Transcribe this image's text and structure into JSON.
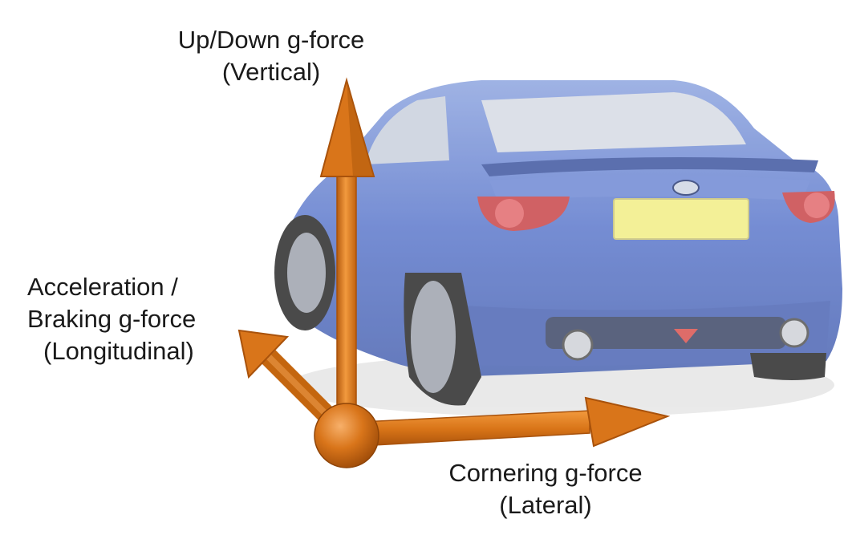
{
  "labels": {
    "vertical": {
      "line1": "Up/Down g-force",
      "line2": "(Vertical)"
    },
    "longitudinal": {
      "line1": "Acceleration /",
      "line2": "Braking g-force",
      "line3": "(Longitudinal)"
    },
    "lateral": {
      "line1": "Cornering g-force",
      "line2": "(Lateral)"
    }
  },
  "car": {
    "body_color": "#5a76c8",
    "plate_color": "#f2ee85",
    "taillight_color": "#c8464a"
  },
  "arrows": {
    "color": "#d9751a",
    "highlight": "#f5a04a",
    "shadow": "#a9520b"
  }
}
